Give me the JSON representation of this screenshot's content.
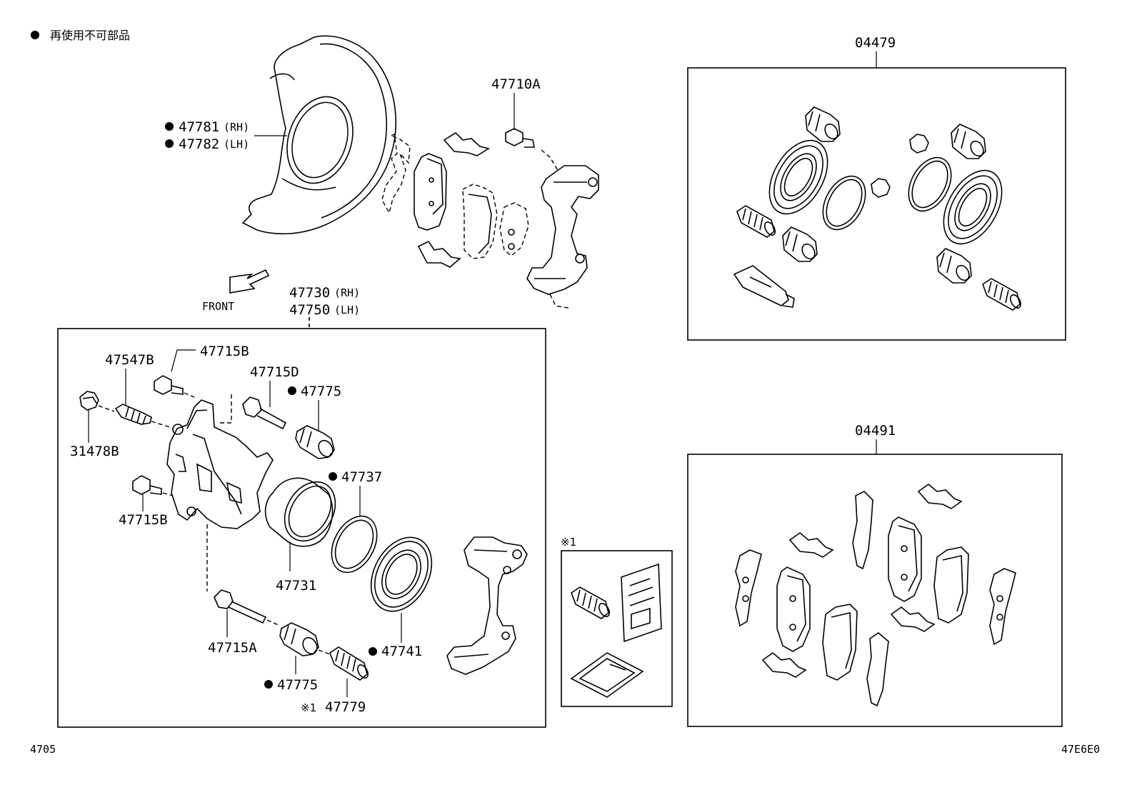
{
  "legend": {
    "text": "再使用不可部品"
  },
  "footer": {
    "left": "4705",
    "right": "47E6E0"
  },
  "front_label": "FRONT",
  "kit_labels": {
    "k04479": "04479",
    "k04491": "04491",
    "note_kit": "※1"
  },
  "parts": {
    "p47781": "47781",
    "p47781_side": "(RH)",
    "p47782": "47782",
    "p47782_side": "(LH)",
    "p47710A": "47710A",
    "p47730": "47730",
    "p47730_side": "(RH)",
    "p47750": "47750",
    "p47750_side": "(LH)",
    "p47547B": "47547B",
    "p47715B_top": "47715B",
    "p47715D": "47715D",
    "p47775_top": "47775",
    "p31478B": "31478B",
    "p47737": "47737",
    "p47715B_bottom": "47715B",
    "p47731": "47731",
    "p47715A": "47715A",
    "p47741": "47741",
    "p47775_bottom": "47775",
    "p47779_prefix": "※1",
    "p47779": "47779"
  }
}
